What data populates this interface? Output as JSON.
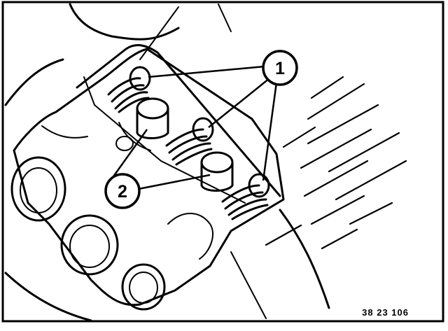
{
  "callouts": [
    {
      "id": "1",
      "label": "1"
    },
    {
      "id": "2",
      "label": "2"
    }
  ],
  "figure_ref": "38 23 106"
}
